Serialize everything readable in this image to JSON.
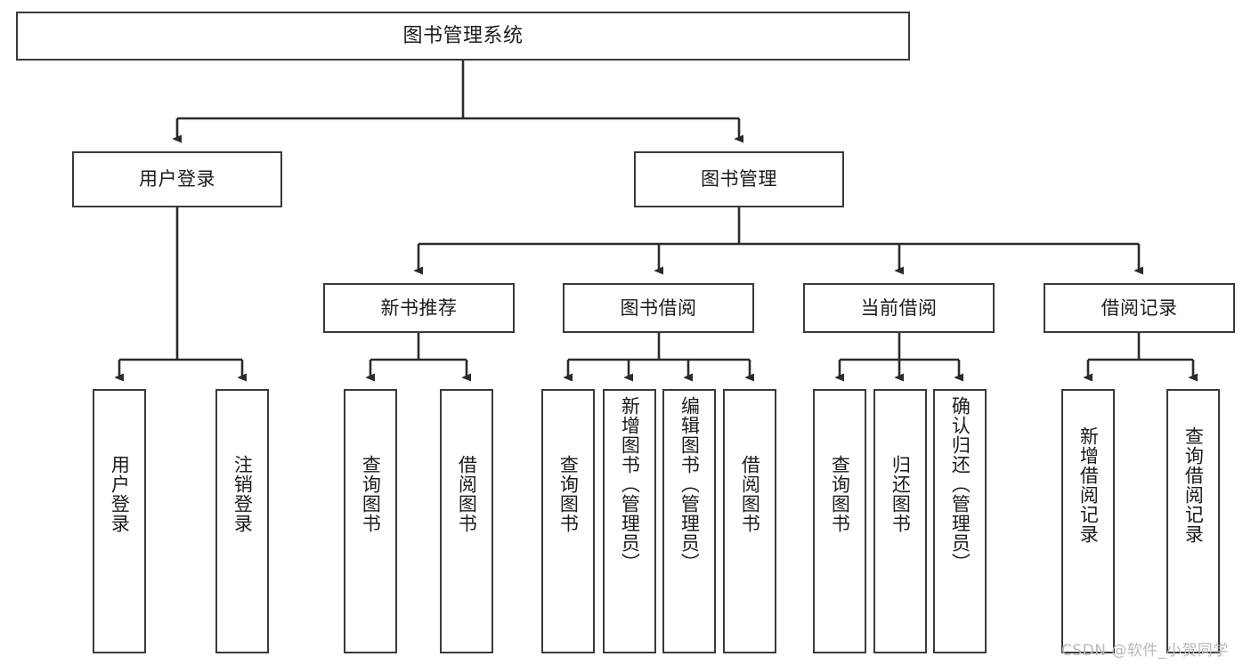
{
  "diagram": {
    "type": "hierarchy-tree",
    "title": "图书管理系统",
    "orientation": "top-down",
    "colors": {
      "box_border": "#3a3a3a",
      "box_fill": "#ffffff",
      "connector": "#2b2b2b",
      "text": "#1b1b1b",
      "watermark": "#b9b9b9"
    },
    "root": {
      "label": "图书管理系统"
    },
    "level2": [
      {
        "label": "用户登录"
      },
      {
        "label": "图书管理"
      }
    ],
    "level3": [
      {
        "label": "新书推荐"
      },
      {
        "label": "图书借阅"
      },
      {
        "label": "当前借阅"
      },
      {
        "label": "借阅记录"
      }
    ],
    "leaves": {
      "user_login": [
        {
          "label": "用户登录"
        },
        {
          "label": "注销登录"
        }
      ],
      "new_book_recommend": [
        {
          "label": "查询图书"
        },
        {
          "label": "借阅图书"
        }
      ],
      "book_borrow": [
        {
          "label": "查询图书"
        },
        {
          "label": "新增图书（管理员）"
        },
        {
          "label": "编辑图书（管理员）"
        },
        {
          "label": "借阅图书"
        }
      ],
      "current_borrow": [
        {
          "label": "查询图书"
        },
        {
          "label": "归还图书"
        },
        {
          "label": "确认归还（管理员）"
        }
      ],
      "borrow_records": [
        {
          "label": "新增借阅记录"
        },
        {
          "label": "查询借阅记录"
        }
      ]
    }
  },
  "watermark": {
    "text": "CSDN @软件_小贺同学"
  }
}
